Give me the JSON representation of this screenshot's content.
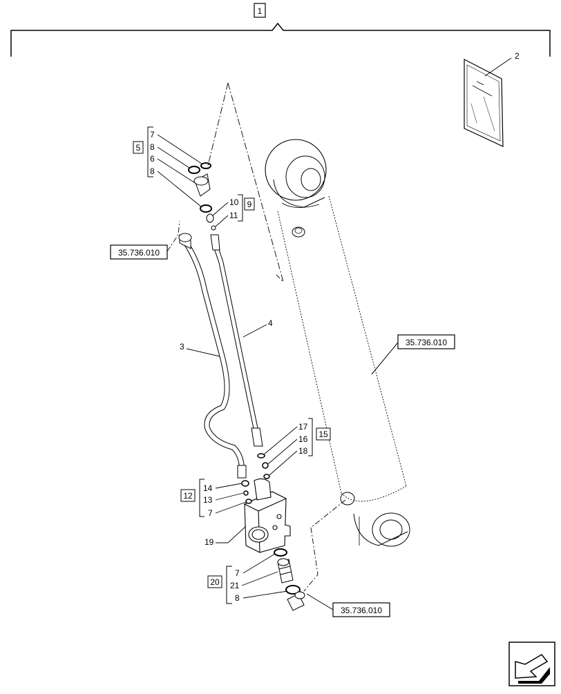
{
  "assembly_label": "1",
  "bracket_labels": {
    "group_5": "5",
    "group_9": "9",
    "group_15": "15",
    "group_12": "12",
    "group_20": "20"
  },
  "callouts": {
    "c2": "2",
    "c3": "3",
    "c4": "4",
    "c5_7": "7",
    "c5_8a": "8",
    "c5_6": "6",
    "c5_8b": "8",
    "c10": "10",
    "c11": "11",
    "c17": "17",
    "c16": "16",
    "c18": "18",
    "c14": "14",
    "c13": "13",
    "c12_7": "7",
    "c19": "19",
    "c20_7": "7",
    "c21": "21",
    "c20_8": "8"
  },
  "references": {
    "ref_top_left": "35.736.010",
    "ref_right": "35.736.010",
    "ref_bottom": "35.736.010"
  },
  "icons": {
    "manual": "instruction-manual-icon",
    "navigation": "navigation-arrow-icon"
  }
}
